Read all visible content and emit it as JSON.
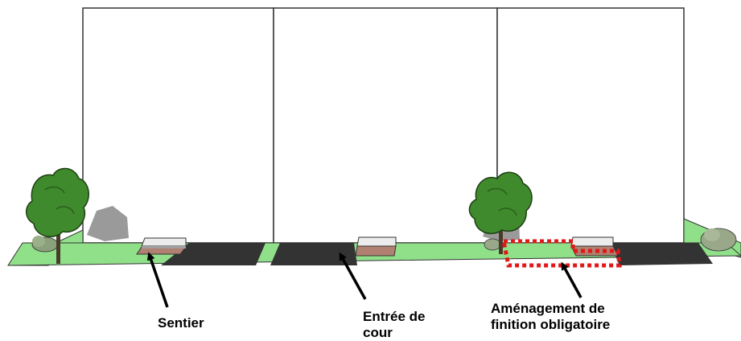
{
  "labels": {
    "sentier": "Sentier",
    "entree_line1": "Entrée de",
    "entree_line2": "cour",
    "amenagement_line1": "Aménagement de",
    "amenagement_line2": "finition obligatoire"
  },
  "colors": {
    "lawn": "#90e08a",
    "lawn_dark": "#6fcf6a",
    "driveway": "#333333",
    "wall_outline": "#333333",
    "highlight": "#e01818",
    "tree_foliage": "#3f8a2c",
    "tree_trunk": "#4a3a2a",
    "shadow": "#9a9a9a",
    "walkway": "#b08070"
  }
}
